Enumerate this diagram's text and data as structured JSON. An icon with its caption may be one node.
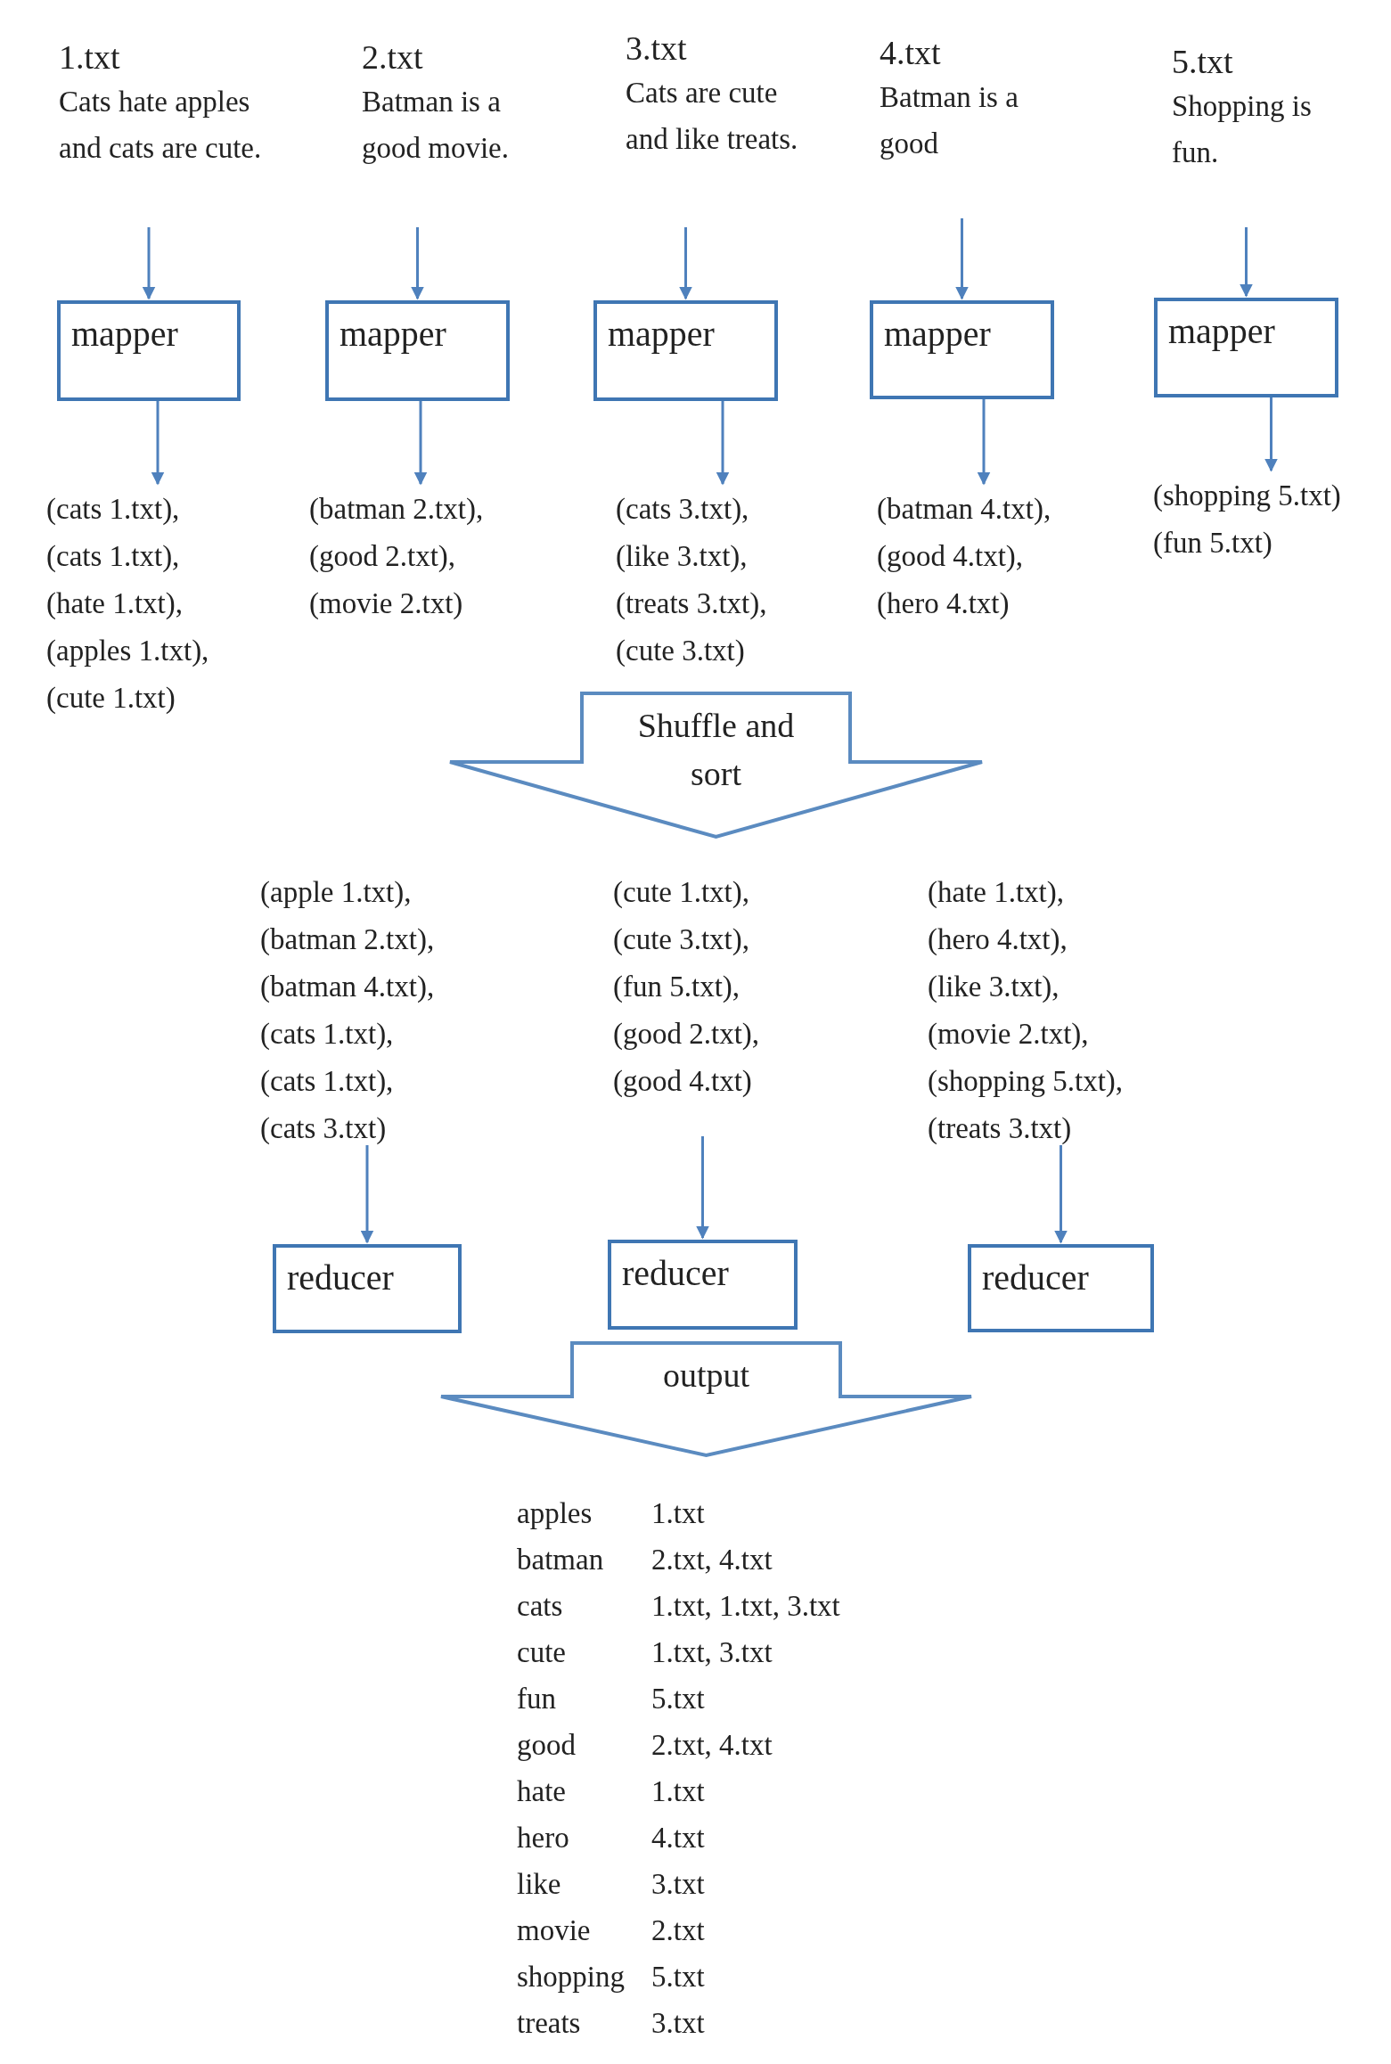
{
  "diagram": {
    "nodes": [
      {
        "text": [
          "1.txt",
          "Cats hate apples and cats are cute."
        ]
      },
      {
        "text": [
          "2.txt",
          "Batman is a good movie."
        ]
      },
      {
        "text": [
          "3.txt",
          "Cats are cute and like treats."
        ]
      },
      {
        "text": [
          "4.txt",
          "Batman is a good"
        ]
      },
      {
        "text": [
          "5.txt",
          "Shopping is fun."
        ]
      },
      {
        "text": [
          "mapper"
        ]
      },
      {
        "text": [
          "mapper"
        ]
      },
      {
        "text": [
          "mapper"
        ]
      },
      {
        "text": [
          "mapper"
        ]
      },
      {
        "text": [
          "mapper"
        ]
      },
      {
        "text": [
          "(cats 1.txt), (cats 1.txt), (hate 1.txt), (apples 1.txt), (cute 1.txt)"
        ]
      },
      {
        "text": [
          "(batman 2.txt), (good 2.txt), (movie 2.txt)"
        ]
      },
      {
        "text": [
          "(cats 3.txt), (like 3.txt), (treats 3.txt), (cute 3.txt)"
        ]
      },
      {
        "text": [
          "(batman 4.txt), (good 4.txt), (hero 4.txt)"
        ]
      },
      {
        "text": [
          "(shopping 5.txt) (fun 5.txt)"
        ]
      },
      {
        "text": [
          "Shuffle and sort"
        ]
      },
      {
        "text": [
          "(apple 1.txt), (batman 2.txt), (batman 4.txt), (cats 1.txt), (cats 1.txt), (cats 3.txt)"
        ]
      },
      {
        "text": [
          "(cute 1.txt), (cute 3.txt), (fun 5.txt), (good 2.txt), (good 4.txt)"
        ]
      },
      {
        "text": [
          "(hate 1.txt), (hero 4.txt), (like 3.txt), (movie 2.txt), (shopping 5.txt), (treats 3.txt)"
        ]
      },
      {
        "text": [
          "reducer"
        ]
      },
      {
        "text": [
          "reducer"
        ]
      },
      {
        "text": [
          "reducer"
        ]
      },
      {
        "text": [
          "output"
        ]
      }
    ],
    "edges": [
      {
        "from": 0,
        "to": 5,
        "arrow": "to"
      },
      {
        "from": 1,
        "to": 6,
        "arrow": "to"
      },
      {
        "from": 2,
        "to": 7,
        "arrow": "to"
      },
      {
        "from": 3,
        "to": 8,
        "arrow": "to"
      },
      {
        "from": 4,
        "to": 9,
        "arrow": "to"
      },
      {
        "from": 5,
        "to": 10,
        "arrow": "to"
      },
      {
        "from": 6,
        "to": 11,
        "arrow": "to"
      },
      {
        "from": 7,
        "to": 12,
        "arrow": "to"
      },
      {
        "from": 8,
        "to": 13,
        "arrow": "to"
      },
      {
        "from": 9,
        "to": 14,
        "arrow": "to"
      },
      {
        "from": 16,
        "to": 19,
        "arrow": "to"
      },
      {
        "from": 17,
        "to": 20,
        "arrow": "to"
      },
      {
        "from": 18,
        "to": 21,
        "arrow": "to"
      }
    ],
    "labels": [
      "apples",
      "1.txt",
      "batman",
      "2.txt, 4.txt",
      "cats",
      "1.txt, 1.txt, 3.txt",
      "cute",
      "1.txt, 3.txt",
      "fun",
      "5.txt",
      "good",
      "2.txt, 4.txt",
      "hate",
      "1.txt",
      "hero",
      "4.txt",
      "like",
      "3.txt",
      "movie",
      "2.txt",
      "shopping",
      "5.txt",
      "treats",
      "3.txt"
    ]
  }
}
